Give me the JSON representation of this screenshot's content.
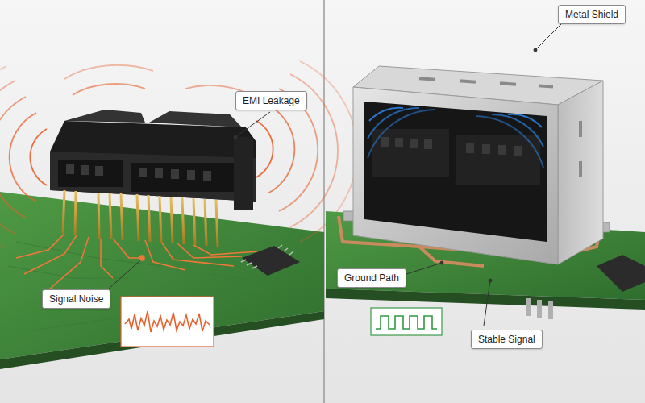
{
  "diagram": {
    "nodes": [
      {
        "text": [
          "EMI Leakage"
        ]
      },
      {
        "text": [
          "Signal Noise"
        ]
      },
      {
        "text": [
          "Metal Shield"
        ]
      },
      {
        "text": [
          "Ground Path"
        ]
      },
      {
        "text": [
          "Stable Signal"
        ]
      }
    ]
  }
}
